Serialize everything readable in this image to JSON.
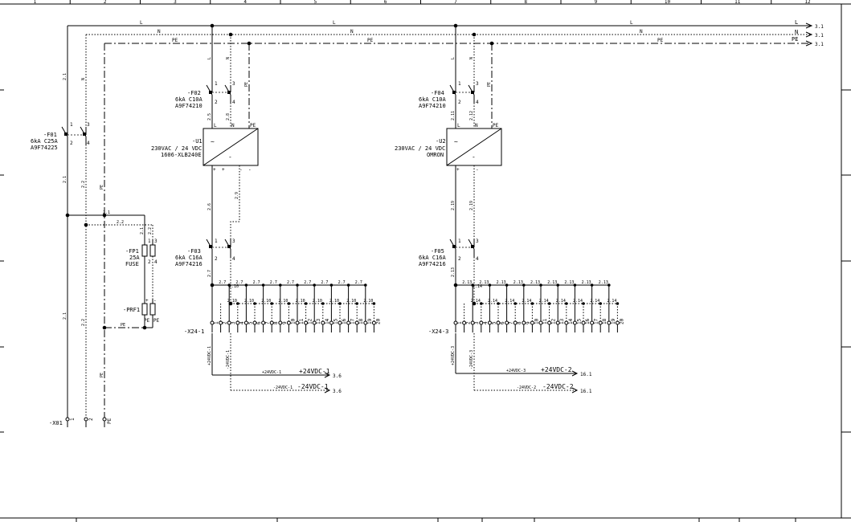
{
  "frame": {
    "top_columns": [
      "1",
      "2",
      "3",
      "4",
      "5",
      "6",
      "7",
      "8",
      "9",
      "10",
      "11",
      "12"
    ]
  },
  "buses": {
    "L": "L",
    "N": "N",
    "PE": "PE",
    "L_ref": "3.1",
    "N_ref": "3.1",
    "PE_ref": "3.1"
  },
  "F01": {
    "tag": "-F01",
    "rating": "6kA C25A",
    "part": "A9F74225",
    "pins": [
      "1",
      "3",
      "2",
      "4"
    ]
  },
  "F02": {
    "tag": "-F02",
    "rating": "6kA C10A",
    "part": "A9F74210",
    "pins": [
      "1",
      "3",
      "2",
      "4"
    ]
  },
  "F03": {
    "tag": "-F03",
    "rating": "6kA C16A",
    "part": "A9F74216",
    "pins": [
      "1",
      "3",
      "2",
      "4"
    ]
  },
  "F04": {
    "tag": "-F04",
    "rating": "6kA C10A",
    "part": "A9F74210",
    "pins": [
      "1",
      "3",
      "2",
      "4"
    ]
  },
  "F05": {
    "tag": "-F05",
    "rating": "6kA C16A",
    "part": "A9F74216",
    "pins": [
      "1",
      "3",
      "2",
      "4"
    ]
  },
  "U1": {
    "tag": "-U1",
    "spec": "230VAC / 24 VDC",
    "part": "1606-XLB240E",
    "ac": "~",
    "dc": "-",
    "pins": [
      "L",
      "N",
      "PE"
    ],
    "out": [
      "+",
      "+",
      "-",
      "-"
    ]
  },
  "U2": {
    "tag": "-U2",
    "spec": "230VAC / 24 VDC",
    "part": "OMRON",
    "ac": "~",
    "dc": "-",
    "pins": [
      "L",
      "N",
      "PE"
    ],
    "out": [
      "+",
      "-"
    ]
  },
  "FP1": {
    "tag": "-FP1",
    "rating": "25A",
    "part": "FUSE",
    "pins": [
      "1",
      "3",
      "2",
      "4"
    ]
  },
  "PRF1": {
    "tag": "-PRF1",
    "pins": [
      "PE",
      "PE"
    ],
    "marks": [
      "+",
      "-"
    ]
  },
  "X01": {
    "tag": "-X01",
    "terminals": [
      "1",
      "2",
      "PE"
    ]
  },
  "X24_1": {
    "tag": "-X24-1",
    "terminals": [
      "1",
      "2",
      "3",
      "4",
      "5",
      "6",
      "7",
      "8",
      "9",
      "10",
      "11",
      "12",
      "13",
      "14",
      "15",
      "16",
      "17",
      "18",
      "19",
      "20"
    ],
    "wire_plus": "2.7",
    "wire_minus": "2.10"
  },
  "X24_3": {
    "tag": "-X24-3",
    "terminals": [
      "1",
      "2",
      "3",
      "4",
      "5",
      "6",
      "7",
      "8",
      "9",
      "10",
      "11",
      "12",
      "13",
      "14",
      "15",
      "16",
      "17",
      "18",
      "19",
      "20"
    ],
    "wire_plus": "2.13",
    "wire_minus": "2.14"
  },
  "wires": {
    "w21": "2.1",
    "w22": "2.2",
    "w25": "2.5",
    "w26": "2.6",
    "w27": "2.7",
    "w28": "2.8",
    "w29": "2.9",
    "w210": "2.10",
    "w211": "2.11",
    "w212": "2.12",
    "w213": "2.13",
    "w214": "2.14",
    "w219": "2.19",
    "wN": "N",
    "wPE": "PE",
    "wL": "L"
  },
  "outputs": {
    "plus1_wire": "+24VDC-1",
    "plus1_label": "+24VDC-1",
    "plus1_ref": "3.6",
    "minus1_wire": "-24VDC-1",
    "minus1_label": "-24VDC-1",
    "minus1_ref": "3.6",
    "plus2_wire": "+24VDC-3",
    "plus2_label": "+24VDC-2",
    "plus2_ref": "16.1",
    "minus2_wire": "-24VDC-2",
    "minus2_label": "-24VDC-2",
    "minus2_ref": "16.1",
    "vert_plus1": "+24VDC-1",
    "vert_minus1": "-24VDC-1",
    "vert_plus3": "+24VDC-3",
    "vert_minus3": "-24VDC-3"
  }
}
